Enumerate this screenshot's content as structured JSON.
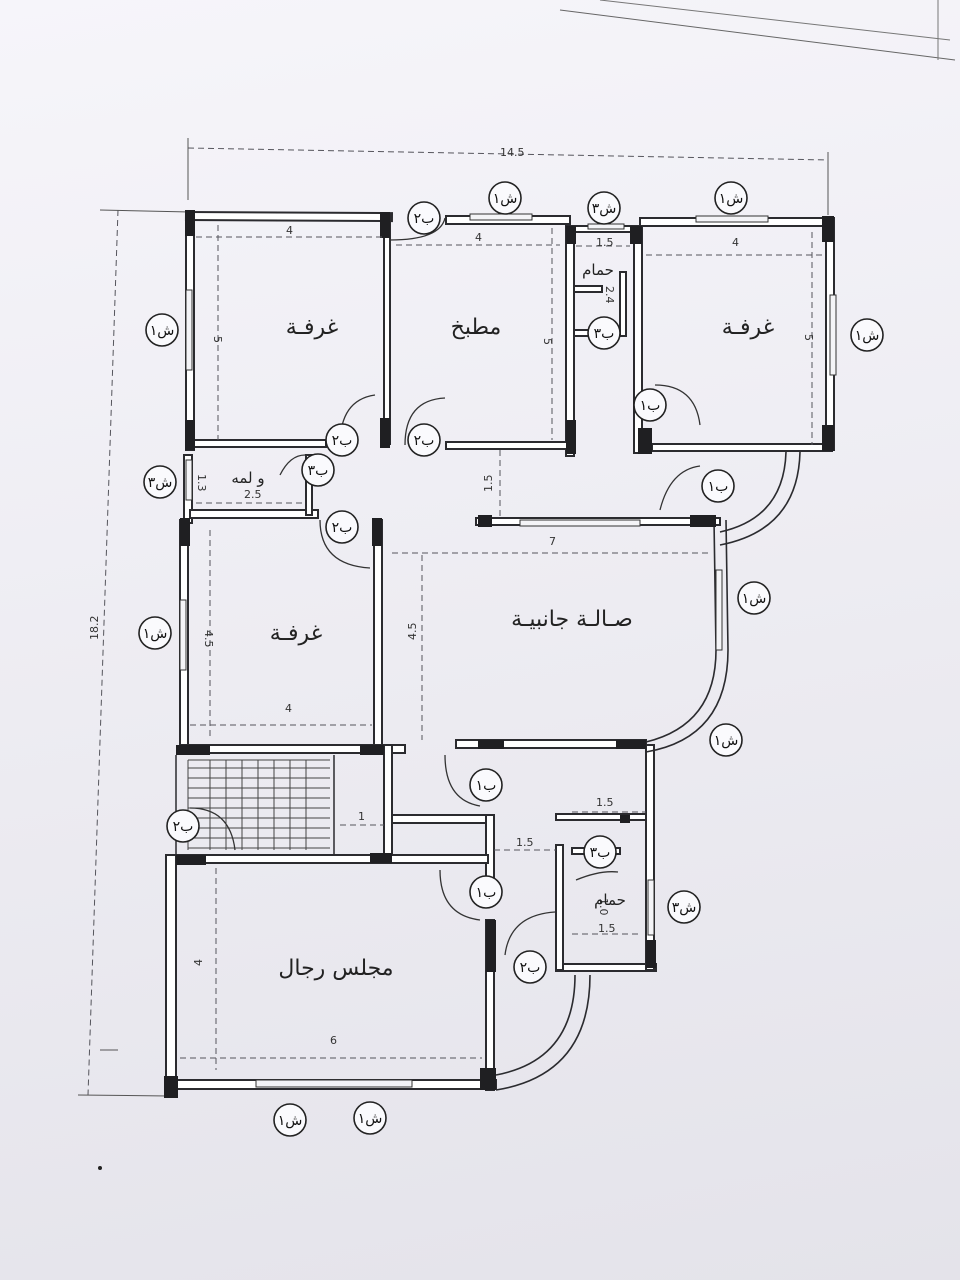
{
  "plan": {
    "overall_width": "14.5",
    "overall_depth": "18.2",
    "rooms": {
      "room_top_left": "غرفـة",
      "kitchen": "مطبخ",
      "bath_top": "حمام",
      "room_top_right": "غرفـة",
      "wc": "و لمه",
      "room_mid_left": "غرفـة",
      "side_hall": "صـالـة جانبيـة",
      "men_majlis": "مجلس رجال",
      "bath_bottom": "حمام"
    },
    "dims": {
      "d_4_a": "4",
      "d_4_b": "4",
      "d_15_a": "1.5",
      "d_4_c": "4",
      "d_5_a": "5",
      "d_5_b": "5",
      "d_5_c": "5",
      "d_24": "2.4",
      "d_25": "2.5",
      "d_13": "1.3",
      "d_15_b": "1.5",
      "d_7": "7",
      "d_45_a": "4.5",
      "d_45_b": "4.5",
      "d_4_d": "4",
      "d_1": "1",
      "d_15_c": "1.5",
      "d_15_d": "1.5",
      "d_15_e": "1.5",
      "d_4_e": "4",
      "d_6": "6",
      "d_10": "1.0"
    },
    "tags": {
      "win1": "ش١",
      "win3": "ش٣",
      "door1": "ب١",
      "door2": "ب٢",
      "door3": "ب٣"
    }
  }
}
